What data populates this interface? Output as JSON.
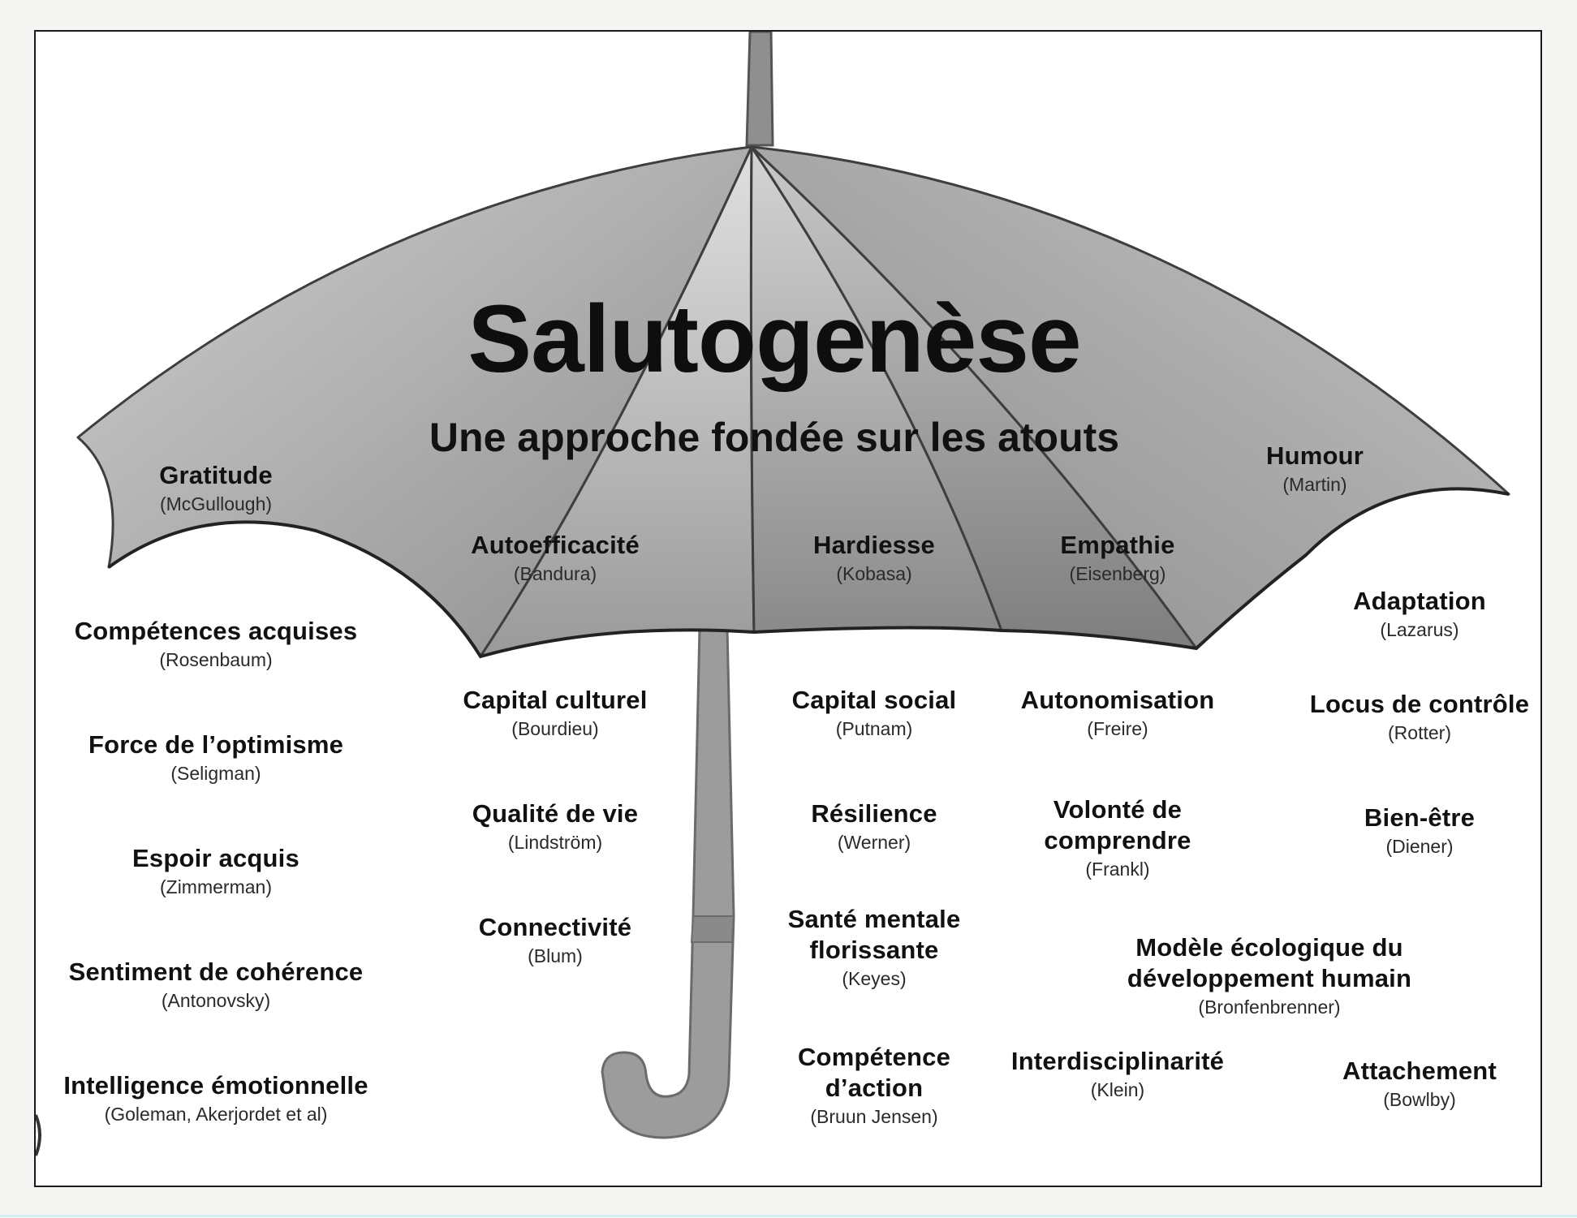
{
  "diagram": {
    "title": "Salutogenèse",
    "subtitle": "Une approche fondée sur les atouts",
    "canopy_items": [
      {
        "id": "gratitude",
        "label": "Gratitude",
        "author": "(McGullough)"
      },
      {
        "id": "autoefficacite",
        "label": "Autoefficacité",
        "author": "(Bandura)"
      },
      {
        "id": "hardiesse",
        "label": "Hardiesse",
        "author": "(Kobasa)"
      },
      {
        "id": "empathie",
        "label": "Empathie",
        "author": "(Eisenberg)"
      },
      {
        "id": "humour",
        "label": "Humour",
        "author": "(Martin)"
      }
    ],
    "items": [
      {
        "id": "competences-acquises",
        "label": "Compétences acquises",
        "author": "(Rosenbaum)"
      },
      {
        "id": "force-optimisme",
        "label": "Force de l’optimisme",
        "author": "(Seligman)"
      },
      {
        "id": "espoir-acquis",
        "label": "Espoir acquis",
        "author": "(Zimmerman)"
      },
      {
        "id": "sentiment-coherence",
        "label": "Sentiment de cohérence",
        "author": "(Antonovsky)"
      },
      {
        "id": "intelligence-emotionnelle",
        "label": "Intelligence émotionnelle",
        "author": "(Goleman, Akerjordet et al)"
      },
      {
        "id": "capital-culturel",
        "label": "Capital culturel",
        "author": "(Bourdieu)"
      },
      {
        "id": "qualite-vie",
        "label": "Qualité de vie",
        "author": "(Lindström)"
      },
      {
        "id": "connectivite",
        "label": "Connectivité",
        "author": "(Blum)"
      },
      {
        "id": "capital-social",
        "label": "Capital social",
        "author": "(Putnam)"
      },
      {
        "id": "resilience",
        "label": "Résilience",
        "author": "(Werner)"
      },
      {
        "id": "sante-mentale",
        "label": "Santé mentale florissante",
        "author": "(Keyes)"
      },
      {
        "id": "competence-action",
        "label": "Compétence d’action",
        "author": "(Bruun Jensen)"
      },
      {
        "id": "autonomisation",
        "label": "Autonomisation",
        "author": "(Freire)"
      },
      {
        "id": "volonte-comprendre",
        "label": "Volonté de comprendre",
        "author": "(Frankl)"
      },
      {
        "id": "interdisciplinarite",
        "label": "Interdisciplinarité",
        "author": "(Klein)"
      },
      {
        "id": "adaptation",
        "label": "Adaptation",
        "author": "(Lazarus)"
      },
      {
        "id": "locus-controle",
        "label": "Locus de contrôle",
        "author": "(Rotter)"
      },
      {
        "id": "bien-etre",
        "label": "Bien-être",
        "author": "(Diener)"
      },
      {
        "id": "modele-ecologique",
        "label": "Modèle écologique du développement humain",
        "author": "(Bronfenbrenner)"
      },
      {
        "id": "attachement",
        "label": "Attachement",
        "author": "(Bowlby)"
      }
    ]
  }
}
